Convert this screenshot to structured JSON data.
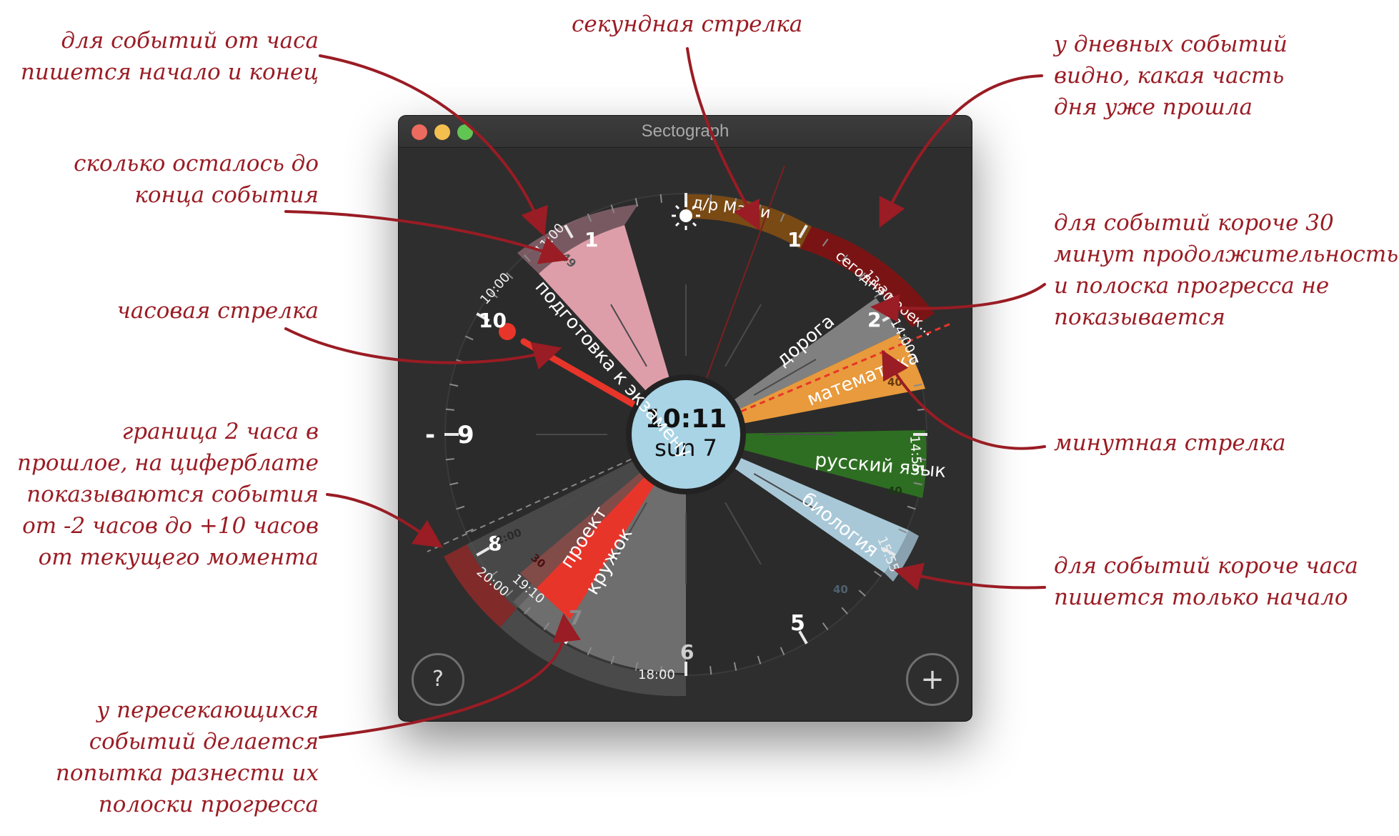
{
  "window": {
    "title": "Sectograph",
    "traffic_lights": {
      "close": "#ed6a5e",
      "minimize": "#f4bf4f",
      "zoom": "#61c554"
    },
    "help_button": "?",
    "add_button": "+"
  },
  "clock": {
    "time": "10:11",
    "day": "sun 7",
    "sun_icon": "sun-icon",
    "hour_labels": [
      "1",
      "10",
      "9",
      "8",
      "7",
      "6",
      "5",
      "2",
      "1"
    ],
    "past_boundary_marker": "-"
  },
  "events": [
    {
      "title": "подготовка к экзамену",
      "start": "10:00",
      "end": "11:00",
      "remaining": "49",
      "color": "#e8a4b0"
    },
    {
      "title": "д/р Маши",
      "color": "#7a4a14"
    },
    {
      "title": "сегодня проек...",
      "color": "#7a1414"
    },
    {
      "title": "дорога",
      "start": "13:30",
      "color": "#7a7a7a"
    },
    {
      "title": "математика",
      "start": "14:00",
      "remaining": "40",
      "color": "#e89a3c"
    },
    {
      "title": "русский язык",
      "start": "14:55",
      "remaining": "40",
      "color": "#2e6e22"
    },
    {
      "title": "биология",
      "start": "15:55",
      "remaining": "40",
      "color": "#a8c8d8"
    },
    {
      "title": "кружок",
      "start": "18:00",
      "color": "#6e6e6e"
    },
    {
      "title": "проект",
      "start": "19:10",
      "end": "20:00",
      "remaining": "30",
      "remaining_other": "2:00",
      "color": "#e8352a"
    }
  ],
  "annotations": [
    {
      "lines": [
        "для событий от часа",
        "пишется начало и конец"
      ]
    },
    {
      "lines": [
        "сколько осталось до",
        "конца события"
      ]
    },
    {
      "lines": [
        "часовая стрелка"
      ]
    },
    {
      "lines": [
        "граница 2 часа в",
        "прошлое, на циферблате",
        "показываются события",
        "от -2 часов до +10 часов",
        "от текущего момента"
      ]
    },
    {
      "lines": [
        "у пересекающихся",
        "событий делается",
        "попытка разнести их",
        "полоски прогресса"
      ]
    },
    {
      "lines": [
        "секундная стрелка"
      ]
    },
    {
      "lines": [
        "у дневных событий",
        "видно, какая часть",
        "дня уже прошла"
      ]
    },
    {
      "lines": [
        "для событий короче 30",
        "минут продолжительность",
        "и полоска прогресса не",
        "показывается"
      ]
    },
    {
      "lines": [
        "минутная стрелка"
      ]
    },
    {
      "lines": [
        "для событий короче часа",
        "пишется только начало"
      ]
    }
  ],
  "colors": {
    "annotation": "#9a1c24",
    "window_bg": "#2e2e2e",
    "center_disc": "#a8d4e6",
    "hour_hand": "#e8352a",
    "minute_hand": "#e8352a"
  }
}
